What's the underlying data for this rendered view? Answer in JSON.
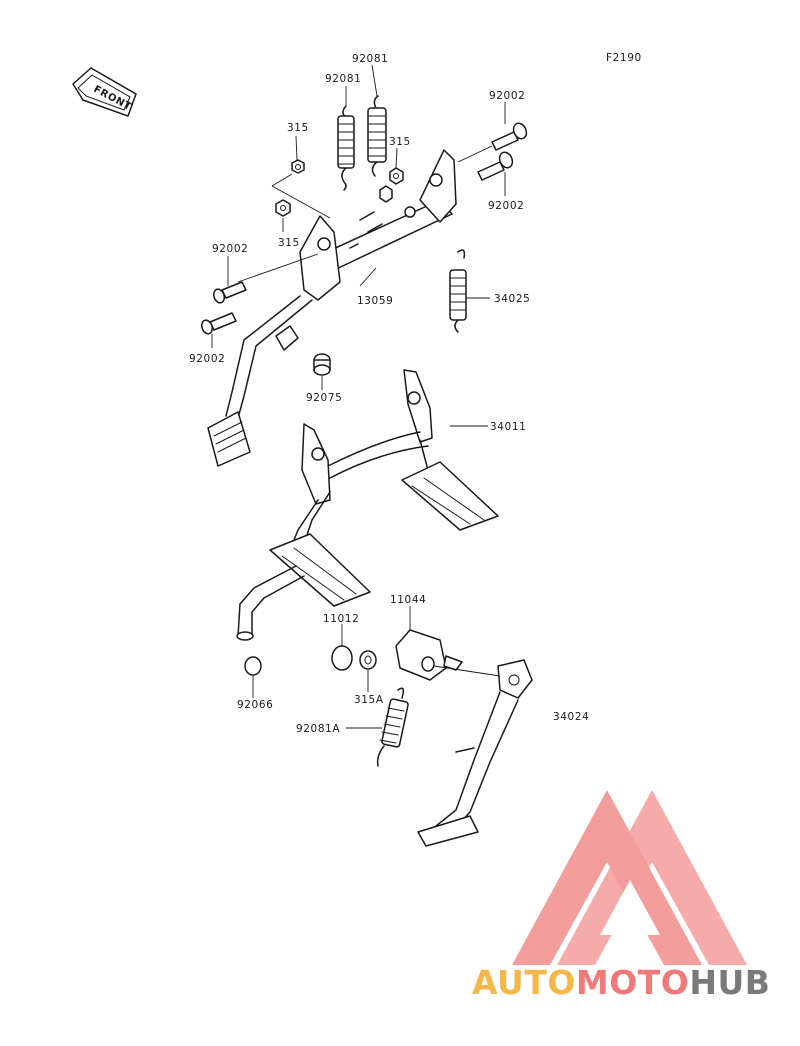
{
  "figure_code": "F2190",
  "front_label": "FRONT",
  "parts": {
    "spring_92081_top": "92081",
    "spring_92081_side": "92081",
    "nut_315_upper": "315",
    "nut_315_right": "315",
    "nut_315_lower": "315",
    "bolt_92002_upper_right": "92002",
    "bolt_92002_lower_right": "92002",
    "bolt_92002_upper_left": "92002",
    "bolt_92002_lower_left": "92002",
    "shaft_13059": "13059",
    "spring_34025": "34025",
    "cap_92075": "92075",
    "main_stand_34011": "34011",
    "bracket_11044": "11044",
    "collar_11012": "11012",
    "cap_92066": "92066",
    "washer_315A": "315A",
    "spring_92081A": "92081A",
    "side_stand_34024": "34024"
  },
  "watermark": {
    "part1": "AUTO",
    "part2": "MOTO",
    "part3": "HUB",
    "color1": "#f5b74a",
    "color2": "#f07a7a",
    "color3": "#7a7a7a",
    "triangle_color": "#f28b8b"
  }
}
